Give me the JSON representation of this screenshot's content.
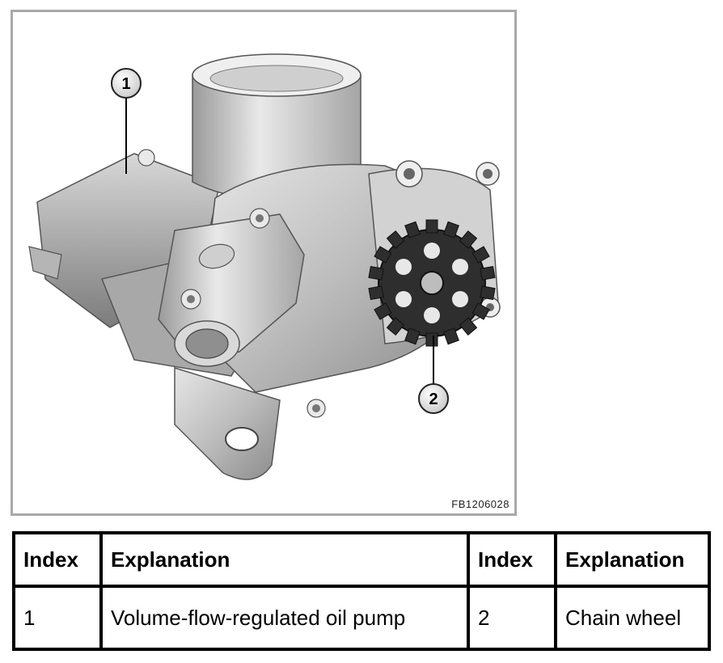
{
  "figure": {
    "code": "FB1206028",
    "callouts": [
      "1",
      "2"
    ]
  },
  "legend": {
    "headers": [
      "Index",
      "Explanation",
      "Index",
      "Explanation"
    ],
    "rows": [
      [
        "1",
        "Volume-flow-regulated oil pump",
        "2",
        "Chain wheel"
      ]
    ]
  }
}
